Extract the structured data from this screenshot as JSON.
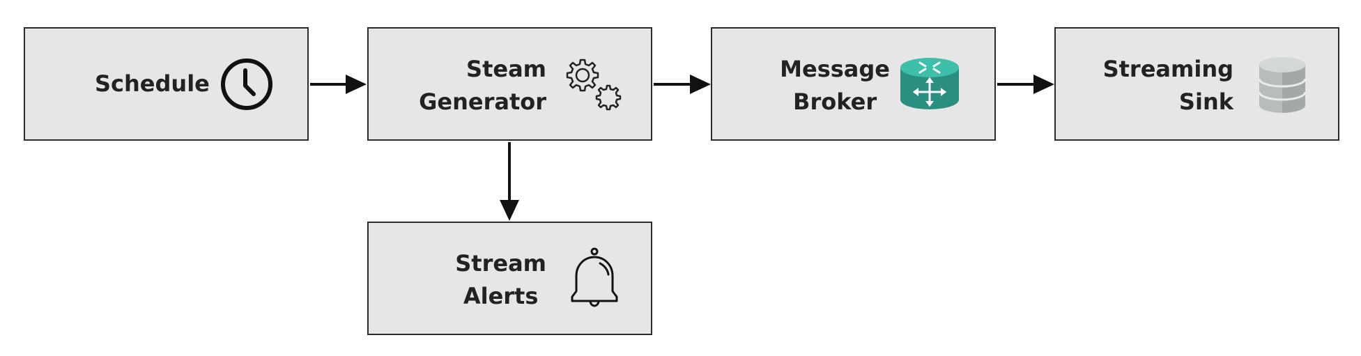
{
  "nodes": {
    "schedule": {
      "line1": "Schedule",
      "icon": "clock-icon"
    },
    "generator": {
      "line1": "Steam",
      "line2": "Generator",
      "icon": "gears-icon"
    },
    "broker": {
      "line1": "Message",
      "line2": "Broker",
      "icon": "router-icon"
    },
    "sink": {
      "line1": "Streaming",
      "line2": "Sink",
      "icon": "database-icon"
    },
    "alerts": {
      "line1": "Stream",
      "line2": "Alerts",
      "icon": "bell-icon"
    }
  },
  "edges": [
    {
      "from": "Schedule",
      "to": "Steam Generator"
    },
    {
      "from": "Steam Generator",
      "to": "Message Broker"
    },
    {
      "from": "Message Broker",
      "to": "Streaming Sink"
    },
    {
      "from": "Steam Generator",
      "to": "Stream Alerts"
    }
  ],
  "colors": {
    "box_fill": "#e6e6e6",
    "box_border": "#2b2b2b",
    "text": "#222222",
    "router_top": "#3dbfaa",
    "router_body": "#2a8f80",
    "database": "#b7bcbc"
  }
}
